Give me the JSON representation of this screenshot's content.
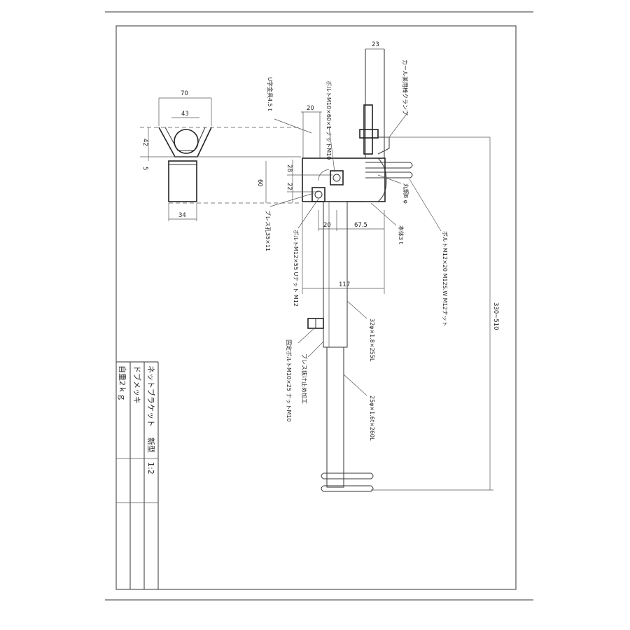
{
  "dimensions": {
    "d70": "70",
    "d43": "43",
    "d42": "42",
    "d5": "5",
    "d34": "34",
    "d60": "60",
    "d20_top": "20",
    "d28": "28",
    "d22": "22",
    "d20_bottom": "20",
    "d67_5": "67.5",
    "d117": "117",
    "d23": "23",
    "d330_510": "330~510"
  },
  "labels": {
    "clamp": "カール某用棒クランプ",
    "u_bracket": "U字金具4.5 t",
    "bolt_m10": "ボルトM10×60×1 ナットM10",
    "brace_plate": "ブレス孔35×11",
    "bolt_m12": "ボルトM12×55 Uナット M12",
    "round_steel": "丸鋼8 φ",
    "body": "本体3 t",
    "bolt_m12_20": "ボルトM12×20 M12S.W M12ナット",
    "pipe_32": "32φ×1.8×255L",
    "fix_bolt": "固定ボルトM10×25 ナットM10",
    "anti_drop": "ブレス抜け止め加工",
    "pipe_25": "25φ×1.6t×260L"
  },
  "title_block": {
    "name": "ネットブラケット",
    "type": "新型",
    "scale": "1:2",
    "finish": "ドブメッキ",
    "weight": "自重2ｋｇ"
  }
}
